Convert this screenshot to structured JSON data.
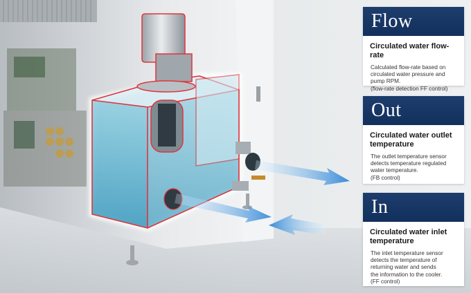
{
  "cards": [
    {
      "heading": "Flow",
      "title": "Circulated water flow-rate",
      "desc_lines": [
        "Calculated flow-rate based on",
        "circulated water pressure and",
        "pump RPM.",
        "(flow-rate detection FF control)"
      ]
    },
    {
      "heading": "Out",
      "title_lines": [
        "Circulated water outlet",
        "temperature"
      ],
      "desc_lines": [
        "The outlet temperature sensor",
        "detects temperature regulated",
        "water temperature.",
        "(FB control)"
      ]
    },
    {
      "heading": "In",
      "title_lines": [
        "Circulated water inlet",
        "temperature"
      ],
      "desc_lines": [
        "The inlet temperature sensor",
        "detects the temperature of",
        "returning water and sends",
        "the information to the cooler.",
        "(FF control)"
      ]
    }
  ],
  "colors": {
    "header_navy": "#15345f",
    "outline_red": "#e0343a",
    "water_blue": "#5fb6d2",
    "flow_arrow": "#2f86d6"
  }
}
